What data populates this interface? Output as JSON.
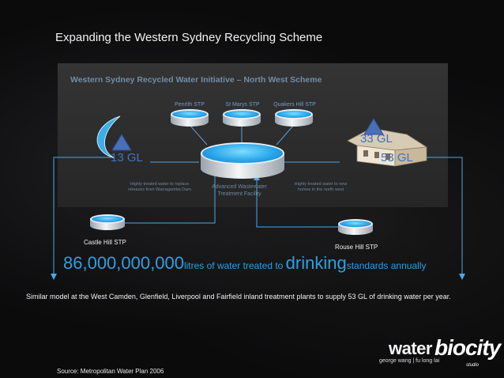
{
  "title": "Expanding the Western Sydney Recycling Scheme",
  "diagram": {
    "panel_title": "Western Sydney Recycled Water Initiative – North West Scheme",
    "plants": {
      "penrith": "Penrith STP",
      "st_marys": "St Marys STP",
      "quakers_hill": "Quakers Hill STP",
      "castle_hill": "Castle Hill STP",
      "rouse_hill": "Rouse Hill STP"
    },
    "center_label": "Advanced Wastewater Treatment Facility",
    "caption_left": "Highly treated water to replace releases from Warragamba Dam",
    "caption_right": "Highly treated water to new homes in the north west",
    "left_volume": "13 GL",
    "right_volume_1": "33 GL",
    "right_volume_2": "53 GL"
  },
  "headline": {
    "number": "86,000,000,000",
    "text1": "litres of water treated to ",
    "word": "drinking",
    "text2": "standards  annually"
  },
  "description": "Similar model at the West Camden, Glenfield, Liverpool and Fairfield inland treatment plants to supply 53 GL of drinking water per year.",
  "source": "Source: Metropolitan Water Plan 2006",
  "logo": {
    "water": "water",
    "biocity": "biocity",
    "names": "george wang | fu long lai",
    "studio": "studio"
  },
  "colors": {
    "accent_blue": "#2f9fe0",
    "volume_blue": "#3d73c4",
    "panel_bg": "#2d2d2d"
  }
}
